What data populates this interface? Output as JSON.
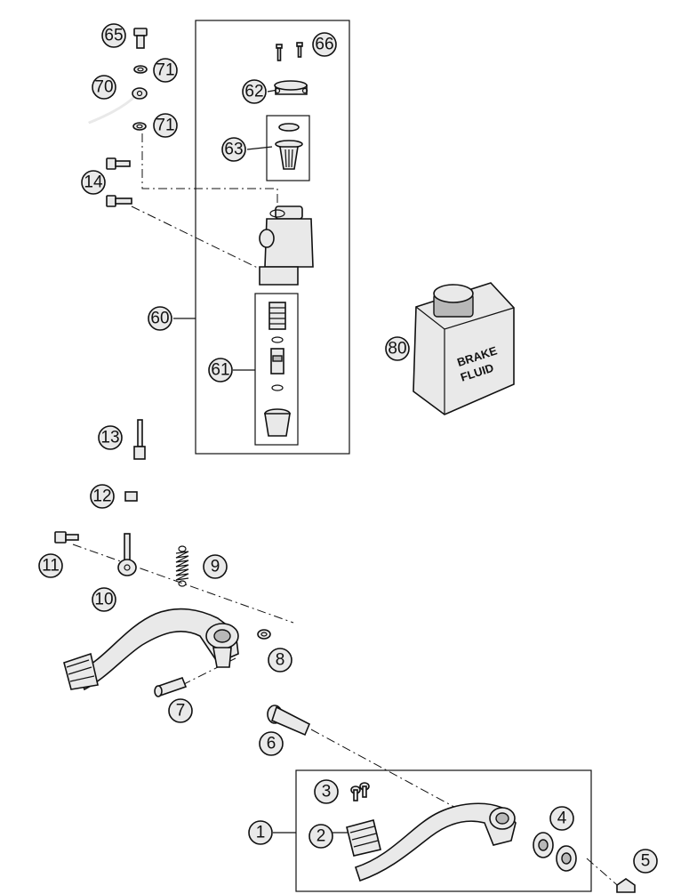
{
  "callouts": {
    "c1": "1",
    "c2": "2",
    "c3": "3",
    "c4": "4",
    "c5": "5",
    "c6": "6",
    "c7": "7",
    "c8": "8",
    "c9": "9",
    "c10": "10",
    "c11": "11",
    "c12": "12",
    "c13": "13",
    "c14": "14",
    "c60": "60",
    "c61": "61",
    "c62": "62",
    "c63": "63",
    "c65": "65",
    "c66": "66",
    "c70": "70",
    "c71a": "71",
    "c71b": "71",
    "c80": "80"
  },
  "brake_fluid": {
    "line1": "BRAKE",
    "line2": "FLUID"
  }
}
